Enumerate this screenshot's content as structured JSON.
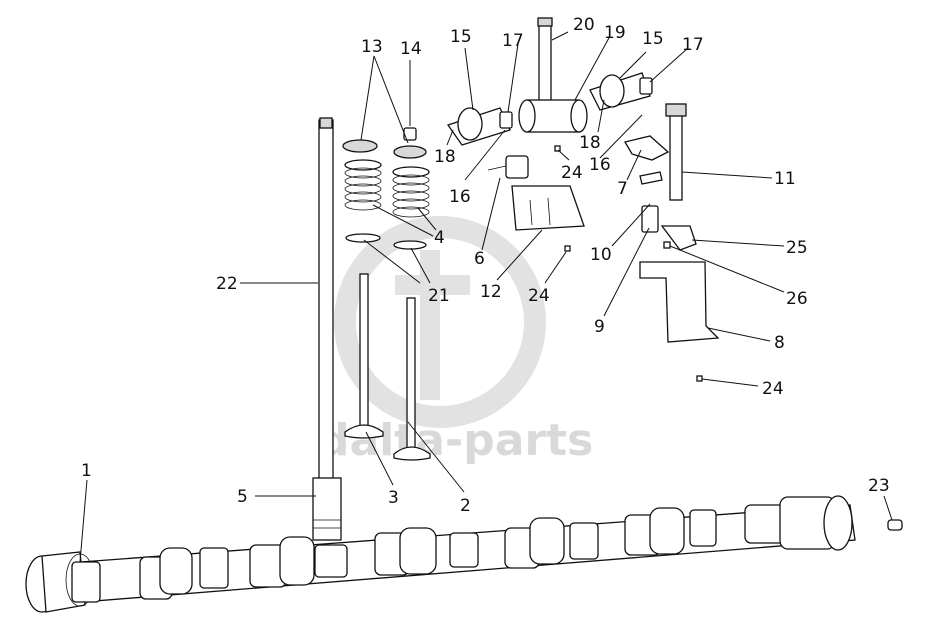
{
  "watermark": {
    "text": "dalta-parts",
    "color": "#d9d9d9"
  },
  "callouts": {
    "c1": "1",
    "c2": "2",
    "c3": "3",
    "c4": "4",
    "c5": "5",
    "c6": "6",
    "c7": "7",
    "c8": "8",
    "c9": "9",
    "c10": "10",
    "c11": "11",
    "c12": "12",
    "c13": "13",
    "c14": "14",
    "c15a": "15",
    "c15b": "15",
    "c16a": "16",
    "c16b": "16",
    "c17a": "17",
    "c17b": "17",
    "c18a": "18",
    "c18b": "18",
    "c19": "19",
    "c20": "20",
    "c21": "21",
    "c22": "22",
    "c23": "23",
    "c24a": "24",
    "c24b": "24",
    "c24c": "24",
    "c25": "25",
    "c26": "26"
  }
}
